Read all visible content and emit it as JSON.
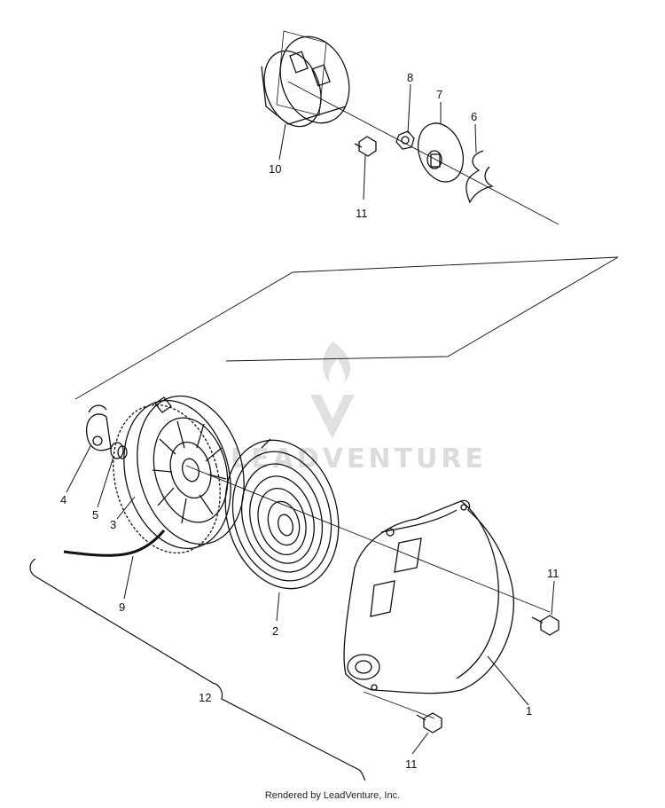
{
  "callouts": {
    "c1": "1",
    "c2": "2",
    "c3": "3",
    "c4": "4",
    "c5": "5",
    "c6": "6",
    "c7": "7",
    "c8": "8",
    "c9": "9",
    "c10": "10",
    "c11a": "11",
    "c11b": "11",
    "c11c": "11",
    "c12": "12"
  },
  "watermark": {
    "text": "LEADVENTURE",
    "color": "#d9d9d9"
  },
  "footer": {
    "text": "Rendered by LeadVenture, Inc."
  }
}
